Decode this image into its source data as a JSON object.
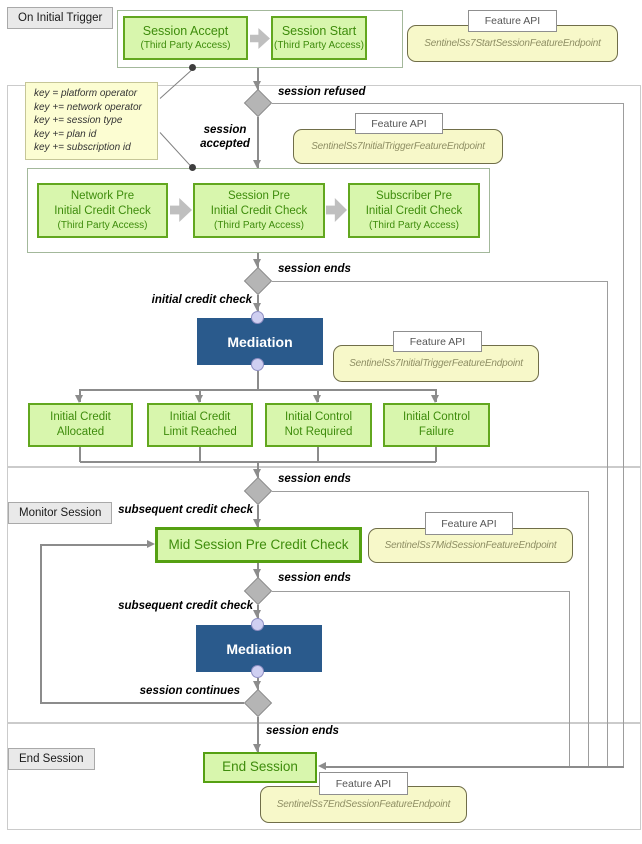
{
  "sections": [
    {
      "label": "On Initial Trigger"
    },
    {
      "label": "Monitor Session"
    },
    {
      "label": "End Session"
    }
  ],
  "nodes": {
    "session_accept": {
      "title": "Session Accept",
      "subtitle": "(Third Party Access)"
    },
    "session_start": {
      "title": "Session Start",
      "subtitle": "(Third Party Access)"
    },
    "network_pre": {
      "line1": "Network Pre",
      "line2": "Initial Credit Check",
      "subtitle": "(Third Party Access)"
    },
    "session_pre": {
      "line1": "Session Pre",
      "line2": "Initial Credit Check",
      "subtitle": "(Third Party Access)"
    },
    "subscriber_pre": {
      "line1": "Subscriber Pre",
      "line2": "Initial Credit Check",
      "subtitle": "(Third Party Access)"
    },
    "mediation1": {
      "title": "Mediation"
    },
    "mediation2": {
      "title": "Mediation"
    },
    "initial_credit_allocated": {
      "line1": "Initial Credit",
      "line2": "Allocated"
    },
    "initial_credit_limit_reached": {
      "line1": "Initial Credit",
      "line2": "Limit Reached"
    },
    "initial_control_not_required": {
      "line1": "Initial Control",
      "line2": "Not Required"
    },
    "initial_control_failure": {
      "line1": "Initial Control",
      "line2": "Failure"
    },
    "mid_session": {
      "title": "Mid Session Pre Credit Check"
    },
    "end_session": {
      "title": "End Session"
    }
  },
  "feature_apis": [
    {
      "label": "Feature API",
      "endpoint": "SentinelSs7StartSessionFeatureEndpoint"
    },
    {
      "label": "Feature API",
      "endpoint": "SentinelSs7InitialTriggerFeatureEndpoint"
    },
    {
      "label": "Feature API",
      "endpoint": "SentinelSs7InitialTriggerFeatureEndpoint"
    },
    {
      "label": "Feature API",
      "endpoint": "SentinelSs7MidSessionFeatureEndpoint"
    },
    {
      "label": "Feature API",
      "endpoint": "SentinelSs7EndSessionFeatureEndpoint"
    }
  ],
  "note": {
    "line1": "key = platform operator",
    "line2": "key += network operator",
    "line3": "key += session type",
    "line4": "key += plan id",
    "line5": "key += subscription id"
  },
  "edge_labels": {
    "session_refused": "session refused",
    "session_accepted": "session accepted",
    "session_ends_1": "session ends",
    "initial_credit_check": "initial credit check",
    "session_ends_2": "session ends",
    "subsequent_credit_check_1": "subsequent credit check",
    "session_ends_3": "session ends",
    "subsequent_credit_check_2": "subsequent credit check",
    "session_continues": "session continues",
    "session_ends_4": "session ends"
  },
  "colors": {
    "node_green_fill": "#d8f6ad",
    "node_green_border": "#62a71f",
    "node_green_text": "#3e8c0c",
    "mediation_blue": "#2a5a8c",
    "note_yellow": "#fcfdd2",
    "endpoint_yellow": "#f7f8c9",
    "line_gray": "#8c8c8c"
  }
}
